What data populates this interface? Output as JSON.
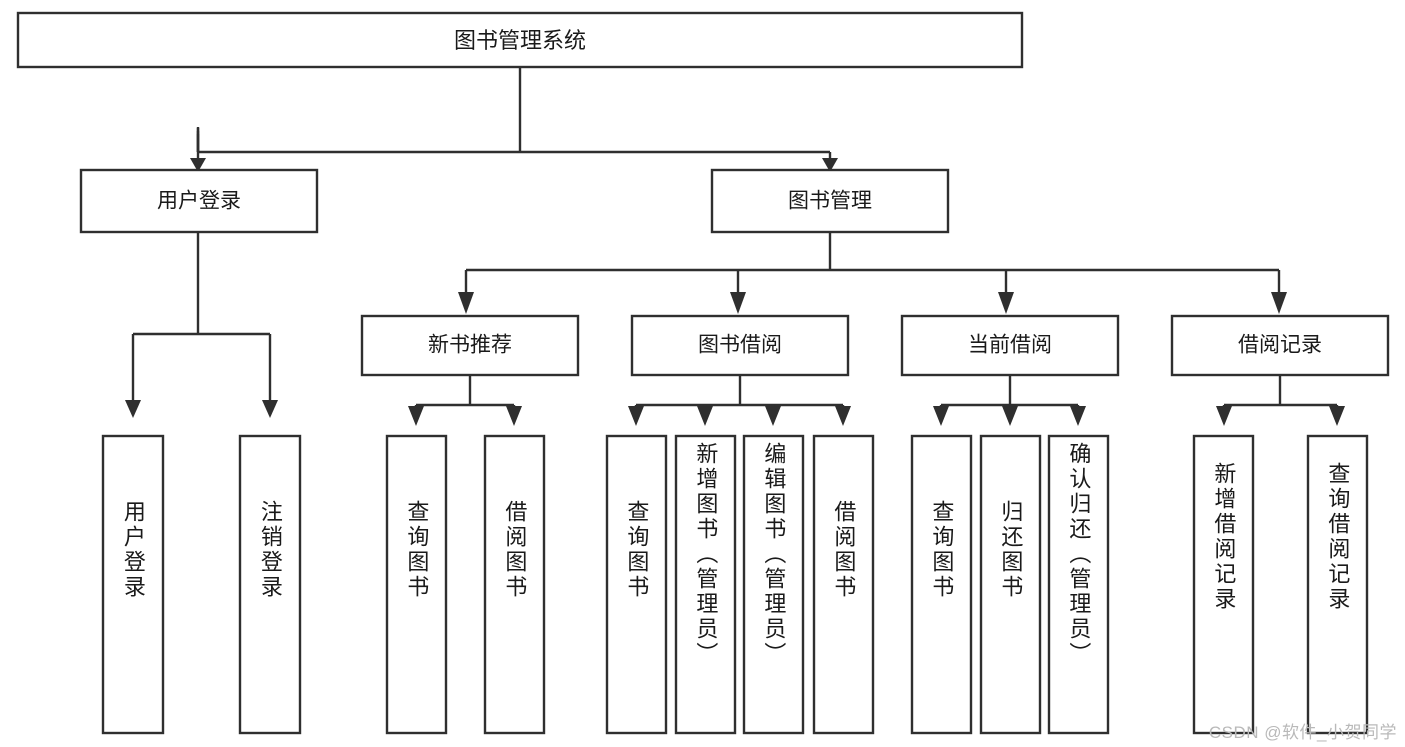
{
  "diagram": {
    "type": "tree-hierarchy-diagram",
    "title": "图书管理系统",
    "orientation": "top-down",
    "colors": {
      "box_stroke": "#2f2f2f",
      "box_fill": "#ffffff",
      "connector": "#2f2f2f",
      "text": "#1a1a1a",
      "background": "#ffffff",
      "watermark": "#b9b9b9"
    },
    "levels": {
      "level1": [
        {
          "id": "root",
          "label": "图书管理系统",
          "orientation": "horizontal"
        }
      ],
      "level2": [
        {
          "id": "user-login",
          "label": "用户登录",
          "orientation": "horizontal"
        },
        {
          "id": "book-manage",
          "label": "图书管理",
          "orientation": "horizontal"
        }
      ],
      "level3": [
        {
          "id": "new-book-rec",
          "label": "新书推荐",
          "orientation": "horizontal"
        },
        {
          "id": "book-borrow",
          "label": "图书借阅",
          "orientation": "horizontal"
        },
        {
          "id": "current-borrow",
          "label": "当前借阅",
          "orientation": "horizontal"
        },
        {
          "id": "borrow-record",
          "label": "借阅记录",
          "orientation": "horizontal"
        }
      ],
      "level4": [
        {
          "id": "leaf-user-login",
          "label": "用户登录",
          "orientation": "vertical",
          "parent": "user-login"
        },
        {
          "id": "leaf-user-logout",
          "label": "注销登录",
          "orientation": "vertical",
          "parent": "user-login"
        },
        {
          "id": "leaf-query-book-1",
          "label": "查询图书",
          "orientation": "vertical",
          "parent": "new-book-rec"
        },
        {
          "id": "leaf-borrow-book-1",
          "label": "借阅图书",
          "orientation": "vertical",
          "parent": "new-book-rec"
        },
        {
          "id": "leaf-query-book-2",
          "label": "查询图书",
          "orientation": "vertical",
          "parent": "book-borrow"
        },
        {
          "id": "leaf-add-book",
          "label": "新增图书（管理员）",
          "orientation": "vertical",
          "parent": "book-borrow"
        },
        {
          "id": "leaf-edit-book",
          "label": "编辑图书（管理员）",
          "orientation": "vertical",
          "parent": "book-borrow"
        },
        {
          "id": "leaf-borrow-book-2",
          "label": "借阅图书",
          "orientation": "vertical",
          "parent": "book-borrow"
        },
        {
          "id": "leaf-query-book-3",
          "label": "查询图书",
          "orientation": "vertical",
          "parent": "current-borrow"
        },
        {
          "id": "leaf-return-book",
          "label": "归还图书",
          "orientation": "vertical",
          "parent": "current-borrow"
        },
        {
          "id": "leaf-confirm-return",
          "label": "确认归还（管理员）",
          "orientation": "vertical",
          "parent": "current-borrow"
        },
        {
          "id": "leaf-add-record",
          "label": "新增借阅记录",
          "orientation": "vertical",
          "parent": "borrow-record"
        },
        {
          "id": "leaf-query-record",
          "label": "查询借阅记录",
          "orientation": "vertical",
          "parent": "borrow-record"
        }
      ]
    },
    "watermark": "CSDN @软件_小贺同学"
  }
}
